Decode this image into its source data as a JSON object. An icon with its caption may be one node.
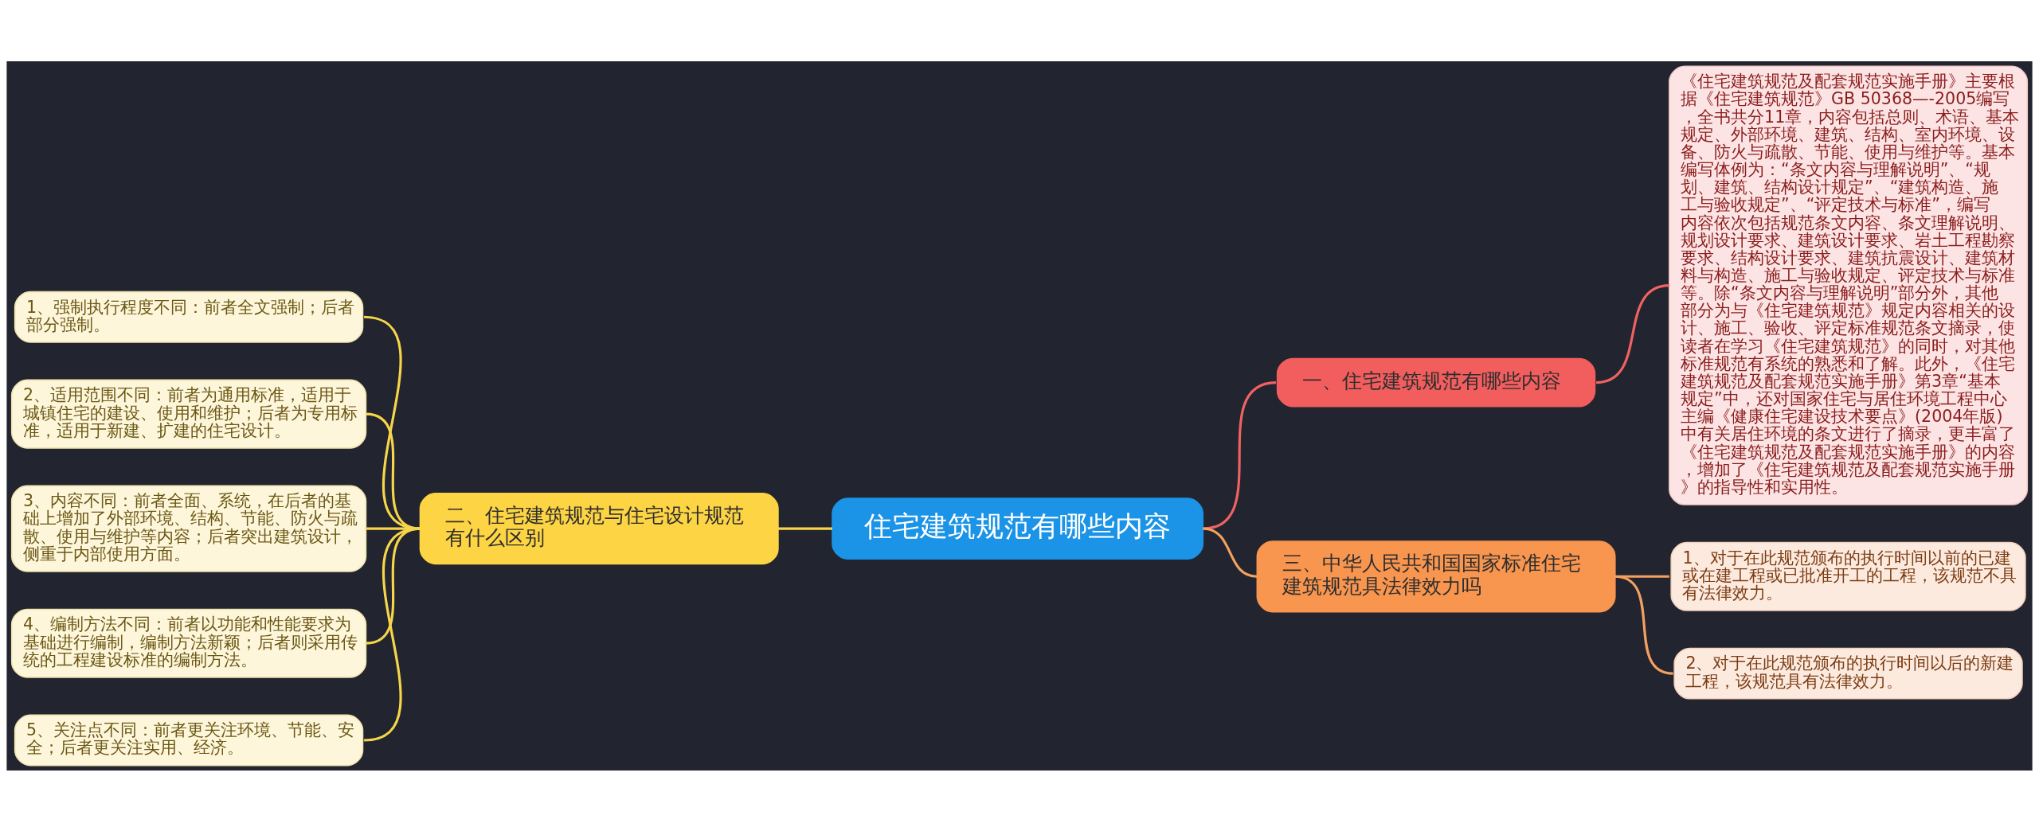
{
  "diagram": {
    "nodes": [
      {
        "text": [
          "住宅建筑规范有哪些内容"
        ]
      },
      {
        "text": [
          "一、住宅建筑规范有哪些内容"
        ]
      },
      {
        "text": [
          "《住宅建筑规范及配套规范实施手册》主要根据《住宅建筑规范》GB 50368—-2005编写，全书共分11章，内容包括总则、术语、基本规定、外部环境、建筑、结构、室内环境、设备、防火与疏散、节能、使用与维护等。基本编写体例为：“条文内容与理解说明”、“规划、建筑、结构设计规定”、“建筑构造、施工与验收规定”、“评定技术与标准”，编写内容依次包括规范条文内容、条文理解说明、规划设计要求、建筑设计要求、岩土工程勘察要求、结构设计要求、建筑抗震设计、建筑材料与构造、施工与验收规定、评定技术与标准等。除“条文内容与理解说明”部分外，其他部分为与《住宅建筑规范》规定内容相关的设计、施工、验收、评定标准规范条文摘录，使读者在学习《住宅建筑规范》的同时，对其他标准规范有系统的熟悉和了解。此外，《住宅建筑规范及配套规范实施手册》第3章“基本规定”中，还对国家住宅与居住环境工程中心主编《健康住宅建设技术要点》(2004年版)中有关居住环境的条文进行了摘录，更丰富了《住宅建筑规范及配套规范实施手册》的内容，增加了《住宅建筑规范及配套规范实施手册》的指导性和实用性。"
        ]
      },
      {
        "text": [
          "二、住宅建筑规范与住宅设计规范有什么区别"
        ]
      },
      {
        "text": [
          "1、强制执行程度不同：前者全文强制；后者部分强制。"
        ]
      },
      {
        "text": [
          "2、适用范围不同：前者为通用标准，适用于城镇住宅的建设、使用和维护；后者为专用标准，适用于新建、扩建的住宅设计。"
        ]
      },
      {
        "text": [
          "3、内容不同：前者全面、系统，在后者的基础上增加了外部环境、结构、节能、防火与疏散、使用与维护等内容；后者突出建筑设计，侧重于内部使用方面。"
        ]
      },
      {
        "text": [
          "4、编制方法不同：前者以功能和性能要求为基础进行编制，编制方法新颖；后者则采用传统的工程建设标准的编制方法。"
        ]
      },
      {
        "text": [
          "5、关注点不同：前者更关注环境、节能、安全；后者更关注实用、经济。"
        ]
      },
      {
        "text": [
          "三、中华人民共和国国家标准住宅建筑规范具法律效力吗"
        ]
      },
      {
        "text": [
          "1、对于在此规范颁布的执行时间以前的已建或在建工程或已批准开工的工程，该规范不具有法律效力。"
        ]
      },
      {
        "text": [
          "2、对于在此规范颁布的执行时间以后的新建工程，该规范具有法律效力。"
        ]
      }
    ],
    "edges": [
      {
        "from": 0,
        "to": 1,
        "arrow": "none",
        "color": "#f06262"
      },
      {
        "from": 1,
        "to": 2,
        "arrow": "none",
        "color": "#f06262"
      },
      {
        "from": 0,
        "to": 3,
        "arrow": "none"
      },
      {
        "from": 3,
        "to": 4,
        "arrow": "none"
      },
      {
        "from": 3,
        "to": 5,
        "arrow": "none"
      },
      {
        "from": 3,
        "to": 6,
        "arrow": "none"
      },
      {
        "from": 3,
        "to": 7,
        "arrow": "none"
      },
      {
        "from": 3,
        "to": 8,
        "arrow": "none"
      },
      {
        "from": 0,
        "to": 9,
        "arrow": "none",
        "color": "#f5a05f"
      },
      {
        "from": 9,
        "to": 10,
        "arrow": "none",
        "color": "#f5a05f"
      },
      {
        "from": 9,
        "to": 11,
        "arrow": "none",
        "color": "#f5a05f"
      }
    ]
  }
}
